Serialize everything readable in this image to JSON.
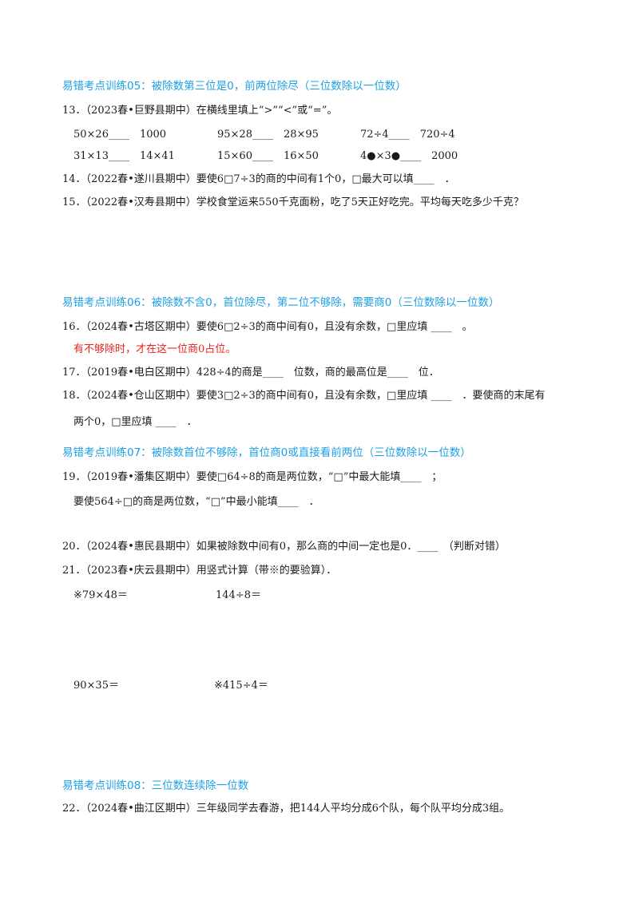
{
  "sections": [
    {
      "title": "易错考点训练05：被除数第三位是0，前两位除尽（三位数除以一位数）"
    },
    {
      "title": "易错考点训练06：被除数不含0，首位除尽，第二位不够除，需要商0（三位数除以一位数）"
    },
    {
      "title": "易错考点训练07：被除数首位不够除，首位商0或直接看前两位（三位数除以一位数）"
    },
    {
      "title": "易错考点训练08：三位数连续除一位数"
    }
  ],
  "q13": {
    "text": "13．（2023春•巨野县期中）在横线里填上“>”“<”或“=”。",
    "row1": [
      "50×26____　1000",
      "95×28____　28×95",
      "72÷4____　720÷4"
    ],
    "row2": [
      "31×13____　14×41",
      "15×60____　16×50",
      "4●×3●____　2000"
    ]
  },
  "q14": "14．（2022春•遂川县期中）要使6□7÷3的商的中间有1个0，□最大可以填____　．",
  "q15": "15．（2022春•汉寿县期中）学校食堂运来550千克面粉，吃了5天正好吃完。平均每天吃多少千克？",
  "q16": "16．（2024春•古塔区期中）要使6□2÷3的商中间有0，且没有余数，□里应填 ____　。",
  "q16_hint": "有不够除时，才在这一位商0占位。",
  "q17": "17．（2019春•电白区期中）428÷4的商是____　位数，商的最高位是____　位．",
  "q18_line1": "18．（2024春•仓山区期中）要使3□2÷3的商中间有0，且没有余数，□里应填 ____　．要使商的末尾有",
  "q18_line2": "两个0，□里应填 ____　．",
  "q19_line1": "19．（2019春•潘集区期中）要使□64÷8的商是两位数，“□”中最大能填____　；",
  "q19_line2": "要使564÷□的商是两位数，“□”中最小能填____　．",
  "q20": "20．（2024春•惠民县期中）如果被除数中间有0，那么商的中间一定也是0．____　（判断对错）",
  "q21": {
    "text": "21．（2023春•庆云县期中）用竖式计算（带※的要验算）．",
    "items": [
      "※79×48＝",
      "144÷8＝",
      "90×35＝",
      "※415÷4＝"
    ]
  },
  "q22": "22．（2024春•曲江区期中）三年级同学去春游，把144人平均分成6个队，每个队平均分成3组。"
}
